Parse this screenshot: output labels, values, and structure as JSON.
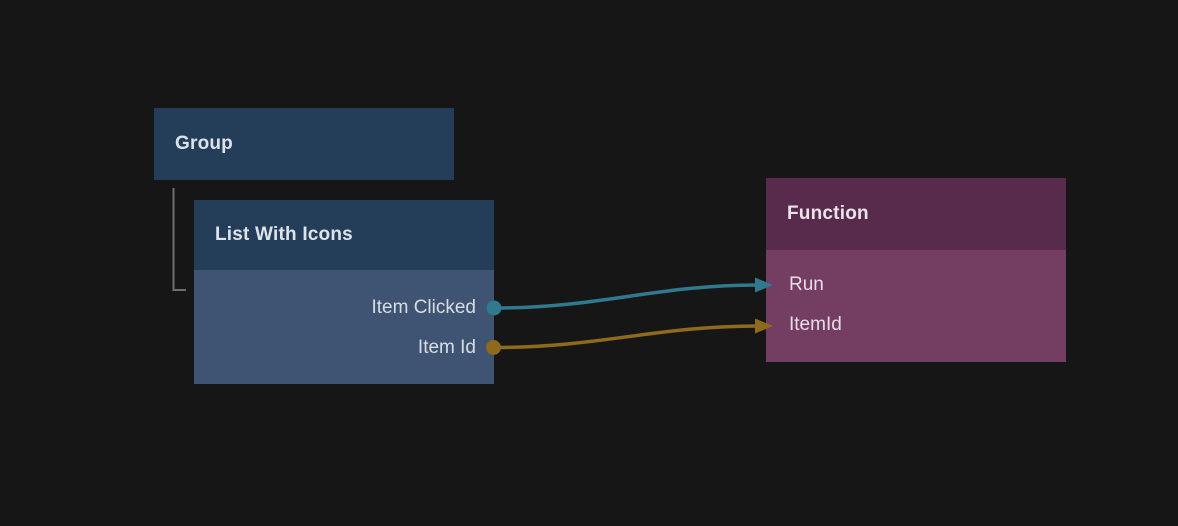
{
  "canvas": {
    "background_color": "#161616"
  },
  "nodes": {
    "group": {
      "title": "Group",
      "header_color": "#243e5a"
    },
    "list_with_icons": {
      "title": "List With Icons",
      "header_color": "#243e5a",
      "body_color": "#3e5472",
      "outputs": [
        {
          "label": "Item Clicked",
          "port_color": "#31798f"
        },
        {
          "label": "Item Id",
          "port_color": "#8f6a1e"
        }
      ]
    },
    "function": {
      "title": "Function",
      "header_color": "#582b4d",
      "body_color": "#743e62",
      "inputs": [
        {
          "label": "Run",
          "port_color": "#31798f"
        },
        {
          "label": "ItemId",
          "port_color": "#8f6a1e"
        }
      ]
    }
  },
  "edges": [
    {
      "from": "Item Clicked",
      "to": "Run",
      "color": "#31798f"
    },
    {
      "from": "Item Id",
      "to": "ItemId",
      "color": "#8f6a1e"
    }
  ],
  "hierarchy": {
    "bracket_color": "#6f6f6f"
  }
}
